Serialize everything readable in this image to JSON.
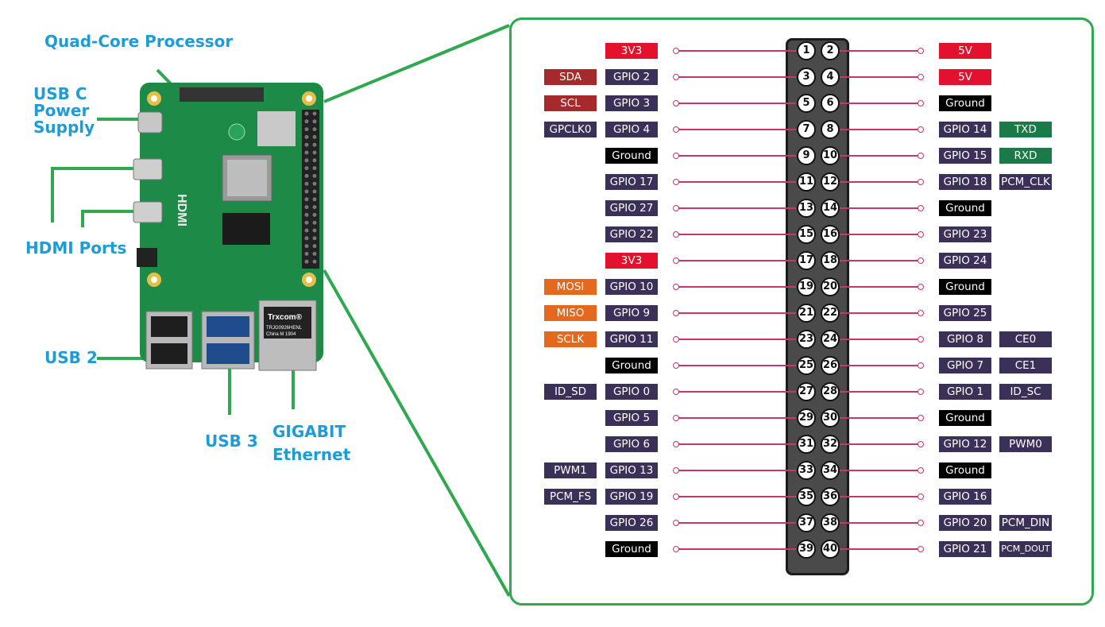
{
  "colors": {
    "power": "#e3112d",
    "gpio": "#3b3058",
    "ground": "#000000",
    "i2c": "#a42a2c",
    "spi": "#e4681e",
    "uart": "#1a7a48",
    "alt": "#3b3058",
    "callout_text": "#1f9bd6",
    "callout_line": "#2fa84f",
    "board": "#1e8a47"
  },
  "callouts": {
    "processor": "Quad-Core Processor",
    "usbc": "USB C\nPower\nSupply",
    "hdmi": "HDMI Ports",
    "usb2": "USB 2",
    "usb3": "USB 3",
    "ethernet": "GIGABIT\nEthernet"
  },
  "board": {
    "ethernet_chip_text": "Trxcom®",
    "ethernet_chip_sub": "TRJG0926HENL\nChina M 1904",
    "hdmi_text": "HDMI"
  },
  "pins": [
    {
      "row": 1,
      "left": {
        "num": 1,
        "name": "3V3",
        "type": "power",
        "alt": null
      },
      "right": {
        "num": 2,
        "name": "5V",
        "type": "power",
        "alt": null
      }
    },
    {
      "row": 2,
      "left": {
        "num": 3,
        "name": "GPIO 2",
        "type": "gpio",
        "alt": {
          "text": "SDA",
          "type": "i2c"
        }
      },
      "right": {
        "num": 4,
        "name": "5V",
        "type": "power",
        "alt": null
      }
    },
    {
      "row": 3,
      "left": {
        "num": 5,
        "name": "GPIO 3",
        "type": "gpio",
        "alt": {
          "text": "SCL",
          "type": "i2c"
        }
      },
      "right": {
        "num": 6,
        "name": "Ground",
        "type": "ground",
        "alt": null
      }
    },
    {
      "row": 4,
      "left": {
        "num": 7,
        "name": "GPIO 4",
        "type": "gpio",
        "alt": {
          "text": "GPCLK0",
          "type": "alt"
        }
      },
      "right": {
        "num": 8,
        "name": "GPIO 14",
        "type": "gpio",
        "alt": {
          "text": "TXD",
          "type": "uart"
        }
      }
    },
    {
      "row": 5,
      "left": {
        "num": 9,
        "name": "Ground",
        "type": "ground",
        "alt": null
      },
      "right": {
        "num": 10,
        "name": "GPIO 15",
        "type": "gpio",
        "alt": {
          "text": "RXD",
          "type": "uart"
        }
      }
    },
    {
      "row": 6,
      "left": {
        "num": 11,
        "name": "GPIO 17",
        "type": "gpio",
        "alt": null
      },
      "right": {
        "num": 12,
        "name": "GPIO 18",
        "type": "gpio",
        "alt": {
          "text": "PCM_CLK",
          "type": "alt"
        }
      }
    },
    {
      "row": 7,
      "left": {
        "num": 13,
        "name": "GPIO 27",
        "type": "gpio",
        "alt": null
      },
      "right": {
        "num": 14,
        "name": "Ground",
        "type": "ground",
        "alt": null
      }
    },
    {
      "row": 8,
      "left": {
        "num": 15,
        "name": "GPIO 22",
        "type": "gpio",
        "alt": null
      },
      "right": {
        "num": 16,
        "name": "GPIO 23",
        "type": "gpio",
        "alt": null
      }
    },
    {
      "row": 9,
      "left": {
        "num": 17,
        "name": "3V3",
        "type": "power",
        "alt": null
      },
      "right": {
        "num": 18,
        "name": "GPIO 24",
        "type": "gpio",
        "alt": null
      }
    },
    {
      "row": 10,
      "left": {
        "num": 19,
        "name": "GPIO 10",
        "type": "gpio",
        "alt": {
          "text": "MOSI",
          "type": "spi"
        }
      },
      "right": {
        "num": 20,
        "name": "Ground",
        "type": "ground",
        "alt": null
      }
    },
    {
      "row": 11,
      "left": {
        "num": 21,
        "name": "GPIO 9",
        "type": "gpio",
        "alt": {
          "text": "MISO",
          "type": "spi"
        }
      },
      "right": {
        "num": 22,
        "name": "GPIO 25",
        "type": "gpio",
        "alt": null
      }
    },
    {
      "row": 12,
      "left": {
        "num": 23,
        "name": "GPIO 11",
        "type": "gpio",
        "alt": {
          "text": "SCLK",
          "type": "spi"
        }
      },
      "right": {
        "num": 24,
        "name": "GPIO 8",
        "type": "gpio",
        "alt": {
          "text": "CE0",
          "type": "alt"
        }
      }
    },
    {
      "row": 13,
      "left": {
        "num": 25,
        "name": "Ground",
        "type": "ground",
        "alt": null
      },
      "right": {
        "num": 26,
        "name": "GPIO 7",
        "type": "gpio",
        "alt": {
          "text": "CE1",
          "type": "alt"
        }
      }
    },
    {
      "row": 14,
      "left": {
        "num": 27,
        "name": "GPIO 0",
        "type": "gpio",
        "alt": {
          "text": "ID_SD",
          "type": "alt"
        }
      },
      "right": {
        "num": 28,
        "name": "GPIO 1",
        "type": "gpio",
        "alt": {
          "text": "ID_SC",
          "type": "alt"
        }
      }
    },
    {
      "row": 15,
      "left": {
        "num": 29,
        "name": "GPIO 5",
        "type": "gpio",
        "alt": null
      },
      "right": {
        "num": 30,
        "name": "Ground",
        "type": "ground",
        "alt": null
      }
    },
    {
      "row": 16,
      "left": {
        "num": 31,
        "name": "GPIO 6",
        "type": "gpio",
        "alt": null
      },
      "right": {
        "num": 32,
        "name": "GPIO 12",
        "type": "gpio",
        "alt": {
          "text": "PWM0",
          "type": "alt"
        }
      }
    },
    {
      "row": 17,
      "left": {
        "num": 33,
        "name": "GPIO 13",
        "type": "gpio",
        "alt": {
          "text": "PWM1",
          "type": "alt"
        }
      },
      "right": {
        "num": 34,
        "name": "Ground",
        "type": "ground",
        "alt": null
      }
    },
    {
      "row": 18,
      "left": {
        "num": 35,
        "name": "GPIO 19",
        "type": "gpio",
        "alt": {
          "text": "PCM_FS",
          "type": "alt"
        }
      },
      "right": {
        "num": 36,
        "name": "GPIO 16",
        "type": "gpio",
        "alt": null
      }
    },
    {
      "row": 19,
      "left": {
        "num": 37,
        "name": "GPIO 26",
        "type": "gpio",
        "alt": null
      },
      "right": {
        "num": 38,
        "name": "GPIO 20",
        "type": "gpio",
        "alt": {
          "text": "PCM_DIN",
          "type": "alt"
        }
      }
    },
    {
      "row": 20,
      "left": {
        "num": 39,
        "name": "Ground",
        "type": "ground",
        "alt": null
      },
      "right": {
        "num": 40,
        "name": "GPIO 21",
        "type": "gpio",
        "alt": {
          "text": "PCM_DOUT",
          "type": "alt"
        }
      }
    }
  ]
}
